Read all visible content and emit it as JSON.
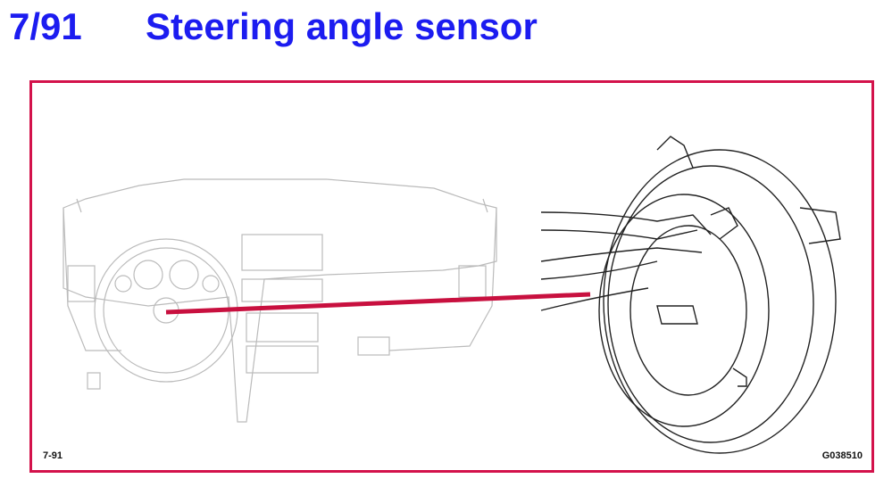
{
  "header": {
    "number": "7/91",
    "title": "Steering angle sensor"
  },
  "figure": {
    "label": "7-91",
    "code": "G038510"
  },
  "colors": {
    "title": "#1c1cf0",
    "frame": "#d3124b",
    "pointer": "#c8103f"
  }
}
